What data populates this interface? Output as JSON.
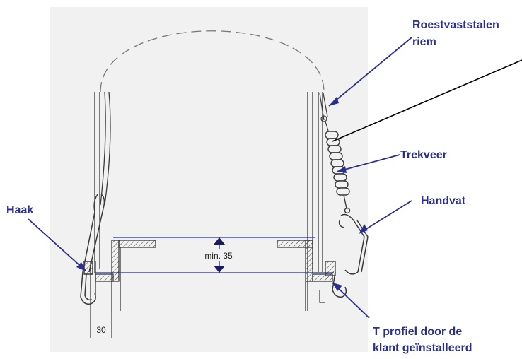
{
  "labels": {
    "riem_line1": "Roestvaststalen",
    "riem_line2": "riem",
    "trekveer": "Trekveer",
    "handvat": "Handvat",
    "haak": "Haak",
    "tprofiel_line1": "T profiel door de",
    "tprofiel_line2": "klant geïnstalleerd"
  },
  "dimensions": {
    "min_height": "min. 35",
    "offset": "30"
  },
  "colors": {
    "callout_text": "#2a2e8c",
    "callout_line": "#2a2e8c",
    "drawing_line": "#3a3a3a",
    "paper": "#f1f1f1",
    "leader_black": "#000000"
  }
}
